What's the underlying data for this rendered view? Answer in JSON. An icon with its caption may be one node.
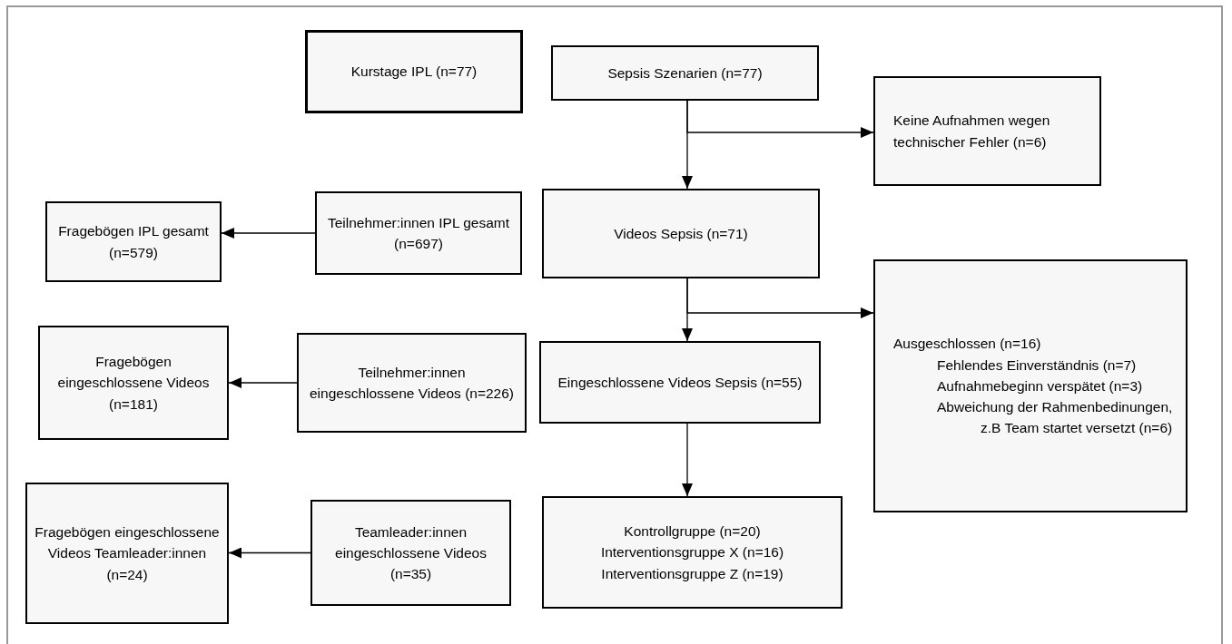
{
  "diagram": {
    "nodes": [
      {
        "text": [
          "Kurstage IPL (n=77)"
        ]
      },
      {
        "text": [
          "Sepsis Szenarien (n=77)"
        ]
      },
      {
        "text": [
          "Keine Aufnahmen wegen technischer Fehler (n=6)"
        ]
      },
      {
        "text": [
          "Fragebögen IPL gesamt (n=579)"
        ]
      },
      {
        "text": [
          "Teilnehmer:innen IPL gesamt (n=697)"
        ]
      },
      {
        "text": [
          "Videos Sepsis (n=71)"
        ]
      },
      {
        "text": [
          "Ausgeschlossen (n=16)",
          "Fehlendes Einverständnis (n=7)",
          "Aufnahmebeginn verspätet (n=3)",
          "Abweichung der Rahmenbedinungen, z.B Team startet versetzt (n=6)"
        ]
      },
      {
        "text": [
          "Fragebögen eingeschlossene Videos (n=181)"
        ]
      },
      {
        "text": [
          "Teilnehmer:innen eingeschlossene Videos (n=226)"
        ]
      },
      {
        "text": [
          "Eingeschlossene Videos Sepsis (n=55)"
        ]
      },
      {
        "text": [
          "Fragebögen eingeschlossene Videos Teamleader:innen (n=24)"
        ]
      },
      {
        "text": [
          "Teamleader:innen eingeschlossene Videos (n=35)"
        ]
      },
      {
        "text": [
          "Kontrollgruppe (n=20)",
          "Interventionsgruppe X (n=16)",
          "Interventionsgruppe Z (n=19)"
        ]
      }
    ],
    "edges": [
      {
        "from": 1,
        "to": 5,
        "arrow": "to"
      },
      {
        "from": 1,
        "to": 2,
        "arrow": "to"
      },
      {
        "from": 4,
        "to": 3,
        "arrow": "to"
      },
      {
        "from": 5,
        "to": 9,
        "arrow": "to"
      },
      {
        "from": 5,
        "to": 6,
        "arrow": "to"
      },
      {
        "from": 8,
        "to": 7,
        "arrow": "to"
      },
      {
        "from": 9,
        "to": 12,
        "arrow": "to"
      },
      {
        "from": 11,
        "to": 10,
        "arrow": "to"
      }
    ]
  }
}
